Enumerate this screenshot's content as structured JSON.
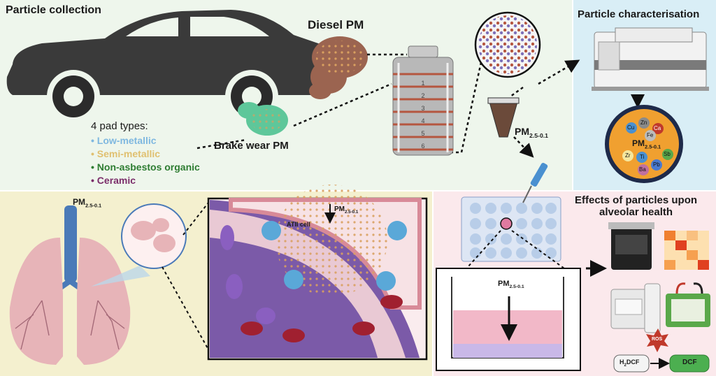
{
  "colors": {
    "top_bg": "#eef6ec",
    "char_bg": "#d9eef6",
    "lung_bg": "#f4f0cf",
    "effects_bg": "#fbe9ec",
    "car": "#3a3a3a",
    "diesel": "#9b6450",
    "brake": "#5ec79a",
    "low_metallic": "#7fb8e0",
    "semi_metallic": "#e0c070",
    "non_asbestos": "#2e7d32",
    "ceramic": "#7b2d6a"
  },
  "collection": {
    "title": "Particle collection",
    "diesel_label": "Diesel PM",
    "brake_label": "Brake wear PM",
    "pad_types_heading": "4 pad types:",
    "pad_types": [
      "Low-metallic",
      "Semi-metallic",
      "Non-asbestos organic",
      "Ceramic"
    ],
    "impactor_stage_numbers": [
      "1",
      "2",
      "3",
      "4",
      "5",
      "6"
    ],
    "tube_pm_base": "PM",
    "tube_pm_sub": "2.5-0.1"
  },
  "characterisation": {
    "title": "Particle characterisation",
    "pm_base": "PM",
    "pm_sub": "2.5-0.1",
    "elements": [
      "Cu",
      "Zn",
      "Ca",
      "Fe",
      "Sb",
      "Zr",
      "Ti",
      "Pb",
      "Ba"
    ]
  },
  "lung": {
    "pm_base": "PM",
    "pm_sub": "2.5-0.1",
    "alveolus_pm_base": "PM",
    "alveolus_pm_sub": "2.5-0.1",
    "atii_label": "ATII cell"
  },
  "effects": {
    "title_line1": "Effects of particles upon",
    "title_line2": "alveolar health",
    "insert_pm_base": "PM",
    "insert_pm_sub": "2.5-0.1",
    "ros": "ROS",
    "h2dcf_base": "H",
    "h2dcf_sub": "2",
    "h2dcf_rest": "DCF",
    "dcf": "DCF"
  }
}
